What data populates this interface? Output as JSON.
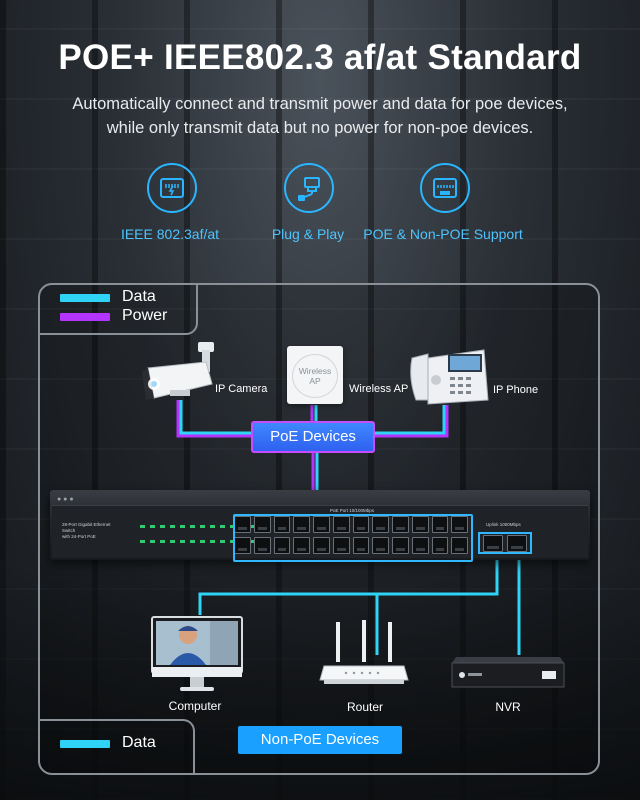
{
  "header": {
    "title": "POE+ IEEE802.3 af/at Standard",
    "subtitle_line1": "Automatically connect and transmit power and data for poe devices,",
    "subtitle_line2": "while only transmit data but no power for non-poe devices."
  },
  "features": [
    {
      "icon": "ethernet-port-icon",
      "label": "IEEE 802.3af/at"
    },
    {
      "icon": "plug-icon",
      "label": "Plug & Play"
    },
    {
      "icon": "ethernet-port-icon",
      "label": "POE & Non-POE Support"
    }
  ],
  "legend": {
    "data_label": "Data",
    "power_label": "Power",
    "bottom_data_label": "Data"
  },
  "colors": {
    "data": "#2fd3f5",
    "power": "#b333ff",
    "accent": "#2ab6ff"
  },
  "poe_devices": {
    "group_label": "PoE Devices",
    "items": [
      {
        "label": "IP Camera"
      },
      {
        "label": "Wireless AP",
        "device_text": "Wireless AP"
      },
      {
        "label": "IP Phone"
      }
    ]
  },
  "switch": {
    "model_line1": "28-Port Gigabit Ethernet Switch",
    "model_line2": "with 24-Port PoE",
    "poe_port_label": "PoE Port 10/100Mbps",
    "uplink_label": "Uplink 1000Mbps"
  },
  "non_poe_devices": {
    "group_label": "Non-PoE Devices",
    "items": [
      {
        "label": "Computer"
      },
      {
        "label": "Router"
      },
      {
        "label": "NVR"
      }
    ]
  }
}
